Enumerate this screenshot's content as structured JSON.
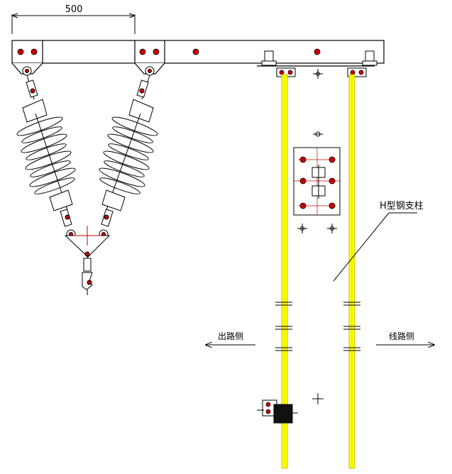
{
  "dimension": {
    "value": "500"
  },
  "labels": {
    "support": "H型钢支柱",
    "left_side": "出路侧",
    "right_side": "线路侧"
  },
  "colors": {
    "line": "#000000",
    "bolt": "#cc0000",
    "post": "#ffff00",
    "post_edge": "#c8c800",
    "insulator": "#ffffff"
  }
}
